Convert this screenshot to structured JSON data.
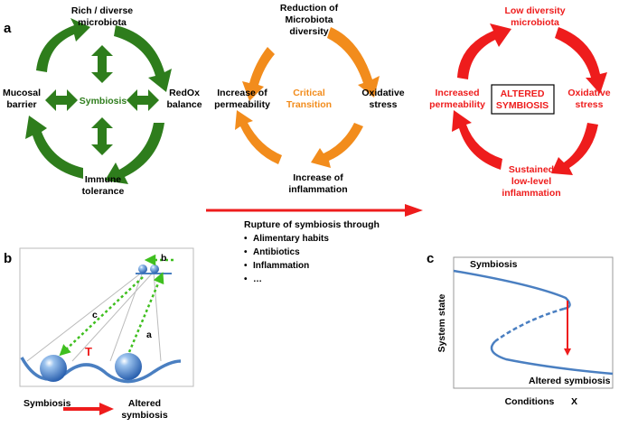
{
  "panels": {
    "a": "a",
    "b": "b",
    "c": "c"
  },
  "cycle_symbiosis": {
    "top": [
      "Rich / diverse",
      "microbiota"
    ],
    "left": [
      "Mucosal",
      "barrier"
    ],
    "center": "Symbiosis",
    "right": [
      "RedOx",
      "balance"
    ],
    "bottom": [
      "Immune",
      "tolerance"
    ]
  },
  "cycle_transition": {
    "top": [
      "Reduction of",
      "Microbiota",
      "diversity"
    ],
    "left": [
      "Increase of",
      "permeability"
    ],
    "center": [
      "Critical",
      "Transition"
    ],
    "right": [
      "Oxidative",
      "stress"
    ],
    "bottom": [
      "Increase of",
      "inflammation"
    ]
  },
  "cycle_altered": {
    "top": [
      "Low diversity",
      "microbiota"
    ],
    "left": [
      "Increased",
      "permeability"
    ],
    "center": [
      "ALTERED",
      "SYMBIOSIS"
    ],
    "right": [
      "Oxidative",
      "stress"
    ],
    "bottom": [
      "Sustained",
      "low-level",
      "inflammation"
    ]
  },
  "rupture": {
    "title": "Rupture of symbiosis through",
    "items": [
      "Alimentary habits",
      "Antibiotics",
      "Inflammation",
      "…"
    ]
  },
  "landscape": {
    "label_b": "b",
    "label_c": "c",
    "label_a": "a",
    "label_T": "T",
    "left_state": "Symbiosis",
    "right_state": [
      "Altered",
      "symbiosis"
    ]
  },
  "bifurcation": {
    "top_label": "Symbiosis",
    "bottom_label": "Altered symbiosis",
    "ylabel": "System state",
    "xlabel": "Conditions",
    "xvar": "X"
  },
  "colors": {
    "green": "#2e7d1c",
    "orange": "#f28c1c",
    "red": "#ee1c1c",
    "blue": "#4a7fc1",
    "dotted_green": "#3fbf1f"
  }
}
